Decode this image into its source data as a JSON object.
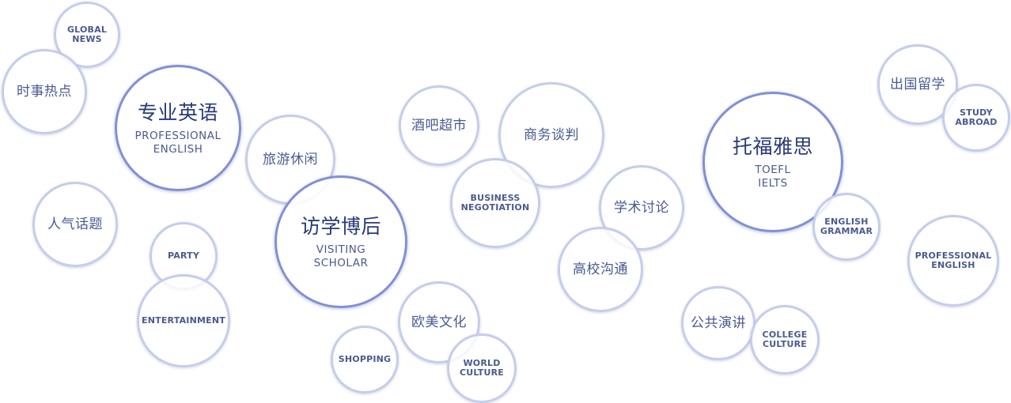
{
  "bubbles": {
    "global_news": {
      "text": "GLOBAL\nNEWS"
    },
    "current_affairs": {
      "text": "时事热点"
    },
    "professional_english_main": {
      "title": "专业英语",
      "subtitle": "PROFESSIONAL\nENGLISH"
    },
    "travel_leisure": {
      "text": "旅游休闲"
    },
    "popular_topics": {
      "text": "人气话题"
    },
    "party": {
      "text": "PARTY"
    },
    "entertainment": {
      "text": "ENTERTAINMENT"
    },
    "visiting_scholar": {
      "title": "访学博后",
      "subtitle": "VISITING\nSCHOLAR"
    },
    "bar_supermarket": {
      "text": "酒吧超市"
    },
    "business_negotiation_zh": {
      "text": "商务谈判"
    },
    "business_negotiation_en": {
      "text": "BUSINESS\nNEGOTIATION"
    },
    "academic_discussion": {
      "text": "学术讨论"
    },
    "campus_communication": {
      "text": "高校沟通"
    },
    "euro_american_culture": {
      "text": "欧美文化"
    },
    "shopping": {
      "text": "SHOPPING"
    },
    "world_culture": {
      "text": "WORLD\nCULTURE"
    },
    "toefl_ielts": {
      "title": "托福雅思",
      "subtitle": "TOEFL\nIELTS"
    },
    "english_grammar": {
      "text": "ENGLISH\nGRAMMAR"
    },
    "study_abroad_zh": {
      "text": "出国留学"
    },
    "study_abroad_en": {
      "text": "STUDY\nABROAD"
    },
    "professional_english_side": {
      "text": "PROFESSIONAL\nENGLISH"
    },
    "public_speaking": {
      "text": "公共演讲"
    },
    "college_culture": {
      "text": "COLLEGE\nCULTURE"
    }
  },
  "colors": {
    "border_light": "#c4cdea",
    "border_strong": "#8190d3",
    "text_primary": "#2a3978",
    "text_secondary": "#4a5a8f"
  }
}
